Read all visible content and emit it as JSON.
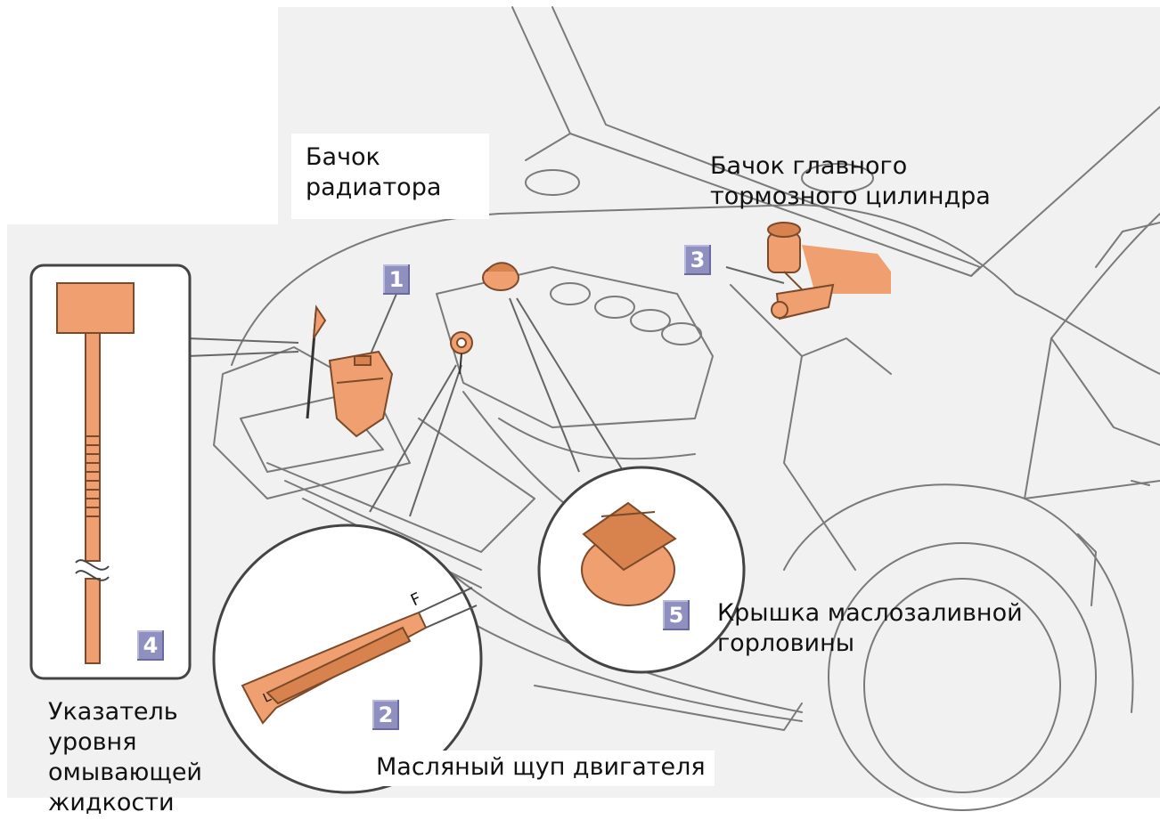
{
  "labels": {
    "radiator_tank": "Бачок\nрадиатора",
    "brake_master_cylinder": "Бачок главного\nтормозного цилиндра",
    "oil_filler_cap": "Крышка маслозаливной\nгорловины",
    "engine_dipstick": "Масляный щуп двигателя",
    "washer_level_gauge": "Указатель\nуровня\nомывающей\nжидкости"
  },
  "badges": {
    "radiator_tank": "1",
    "engine_dipstick": "2",
    "brake_master_cylinder": "3",
    "washer_level_gauge": "4",
    "oil_filler_cap": "5"
  },
  "dipstick_marks": {
    "low": "L",
    "full": "F"
  },
  "colors": {
    "highlight": "#f0a070",
    "highlight_dark": "#d8824e",
    "badge": "#8f8fc0",
    "line": "#7a7a7a",
    "background": "#f1f1f1"
  }
}
